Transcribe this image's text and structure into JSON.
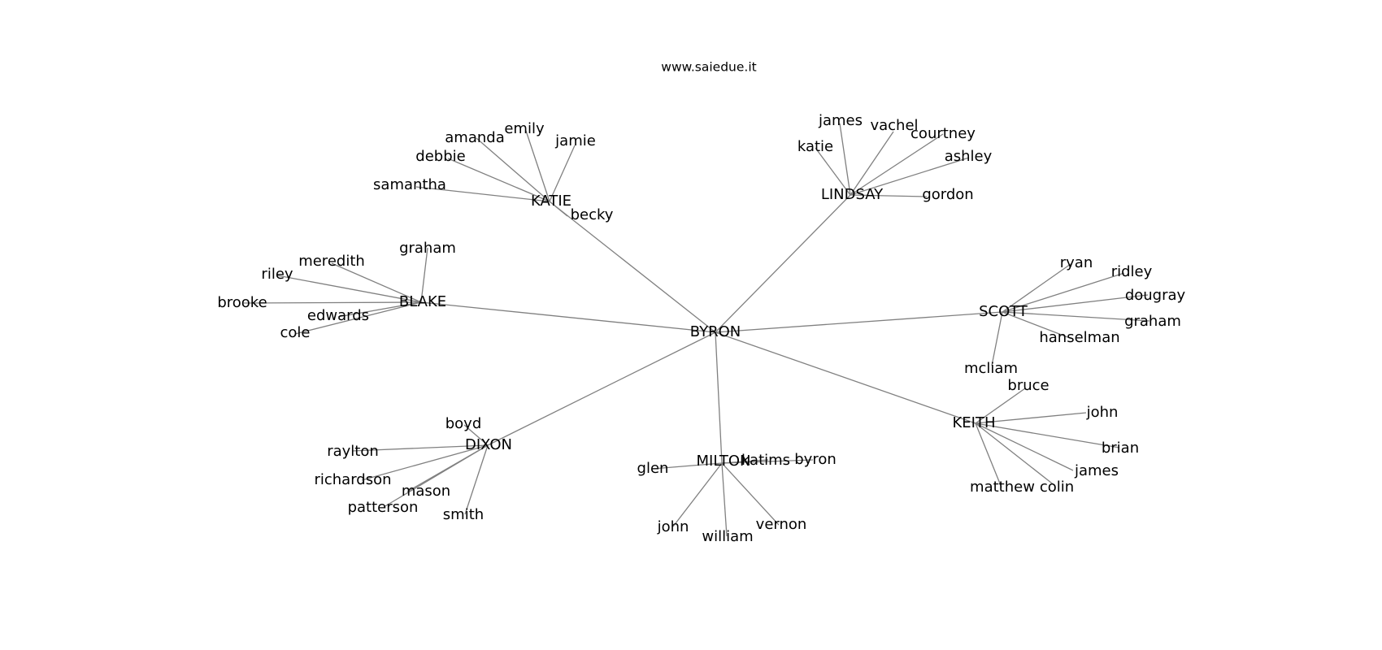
{
  "title": "www.saiedue.it",
  "colors": {
    "edge": "#808080",
    "text": "#000000",
    "background": "#ffffff"
  },
  "root": "BYRON",
  "groups": [
    {
      "hub": "KATIE",
      "members": [
        "amanda",
        "emily",
        "jamie",
        "debbie",
        "samantha",
        "becky"
      ]
    },
    {
      "hub": "LINDSAY",
      "members": [
        "james",
        "vachel",
        "courtney",
        "katie",
        "ashley",
        "gordon"
      ]
    },
    {
      "hub": "BLAKE",
      "members": [
        "graham",
        "meredith",
        "riley",
        "brooke",
        "edwards",
        "cole"
      ]
    },
    {
      "hub": "SCOTT",
      "members": [
        "ryan",
        "ridley",
        "dougray",
        "graham",
        "hanselman",
        "mcliam"
      ]
    },
    {
      "hub": "DIXON",
      "members": [
        "boyd",
        "raylton",
        "richardson",
        "mason",
        "patterson",
        "smith"
      ]
    },
    {
      "hub": "MILTON",
      "members": [
        "glen",
        "katims",
        "byron",
        "john",
        "william",
        "vernon"
      ]
    },
    {
      "hub": "KEITH",
      "members": [
        "bruce",
        "john",
        "brian",
        "james",
        "matthew",
        "colin"
      ]
    }
  ]
}
